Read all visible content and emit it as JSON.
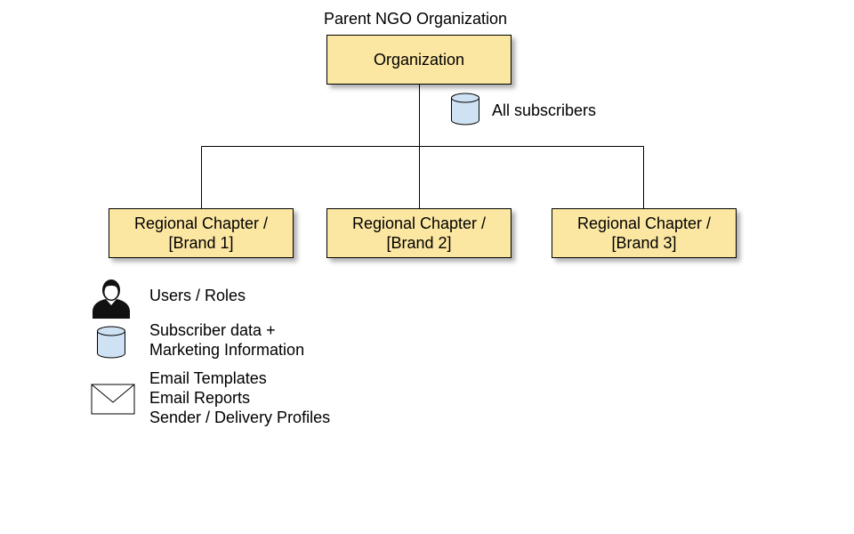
{
  "diagram": {
    "title": "Parent NGO Organization",
    "organization_label": "Organization",
    "all_subscribers_label": "All subscribers",
    "chapters": [
      {
        "line1": "Regional Chapter /",
        "line2": "[Brand 1]"
      },
      {
        "line1": "Regional Chapter /",
        "line2": "[Brand 2]"
      },
      {
        "line1": "Regional Chapter /",
        "line2": "[Brand 3]"
      }
    ]
  },
  "legend": {
    "users": {
      "icon": "user-icon",
      "label": "Users / Roles"
    },
    "data": {
      "icon": "database-icon",
      "line1": "Subscriber data +",
      "line2": "Marketing Information"
    },
    "email": {
      "icon": "envelope-icon",
      "line1": "Email Templates",
      "line2": "Email Reports",
      "line3": "Sender / Delivery Profiles"
    }
  },
  "colors": {
    "box_fill": "#fce7a2",
    "database_fill": "#cfe2f3",
    "line": "#000000"
  }
}
